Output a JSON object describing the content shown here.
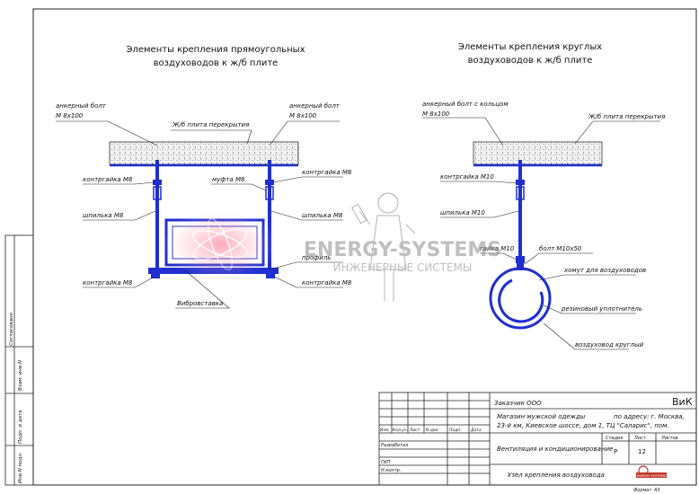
{
  "left_block": {
    "title_line1": "Элементы крепления прямоугольных",
    "title_line2": "воздуховодов к ж/б плите",
    "anchor_left_line1": "анкерный болт",
    "anchor_left_line2": "М 8х100",
    "anchor_right_line1": "анкерный болт",
    "anchor_right_line2": "М 8х100",
    "slab": "Ж/б плита перекрытия",
    "nut_m8_upper_left": "контргайка М8",
    "coupling_m8": "муфта М8",
    "nut_m8_upper_right": "контргайка М8",
    "stud_left": "шпилька М8",
    "stud_right": "шпилька М8",
    "profile": "профиль",
    "nut_m8_lower_left": "контргайка М8",
    "nut_m8_lower_right": "контргайка М8",
    "vibro_insert": "Вибровставка"
  },
  "right_block": {
    "title_line1": "Элементы крепления круглых",
    "title_line2": "воздуховодов к ж/б плите",
    "anchor_line1": "анкерный болт с кольцом",
    "anchor_line2": "М 8х100",
    "slab": "Ж/б плита перекрытия",
    "nut_m10": "контргайка М10",
    "stud_m10": "шпилька М10",
    "nut_m10_lower": "гайка М10",
    "bolt": "болт М10х50",
    "clamp": "хомут для воздуховодов",
    "seal": "резиновый уплотнитель",
    "duct": "воздуховод круглый"
  },
  "watermark": {
    "line1": "ENERGY-SYSTEMS",
    "line2": "ИНЖЕНЕРНЫЕ СИСТЕМЫ"
  },
  "side_stamp": {
    "agreed": "Согласовано",
    "inv_no": "Взам. инв.N",
    "sign_date": "Подп. и дата",
    "inv_orig": "Инв.N подл."
  },
  "title_block": {
    "customer": "Заказчик ООО",
    "code": "ВиК",
    "object_line1": "Магазин мужской одежды",
    "object_line1_right": "по адресу: г. Москва,",
    "object_line2": "23-й км, Киевское шоссе, дом 1, ТЦ \"Саларис\", пом.",
    "col_izm": "Изм.",
    "col_kol": "Кол.уч.",
    "col_list": "Лист",
    "col_doc": "N док.",
    "col_sign": "Подп.",
    "col_date": "Дата",
    "developed": "Разработал",
    "gip": "ГИП",
    "normcontrol": "Н.контр.",
    "section": "Вентиляция и кондиционирование",
    "stage_header": "Стадия",
    "sheet_header": "Лист",
    "sheets_header": "Листов",
    "stage": "Р",
    "sheet": "12",
    "sheets": "",
    "drawing_title": "Узел крепления воздуховода",
    "logo_text": "ENERGY SYSTEMS",
    "format_label": "Формат",
    "format": "А3"
  },
  "colors": {
    "line": "#222222",
    "steel": "#1f2fd0",
    "watermark": "#9a9a9a",
    "logo": "#c0392b"
  }
}
